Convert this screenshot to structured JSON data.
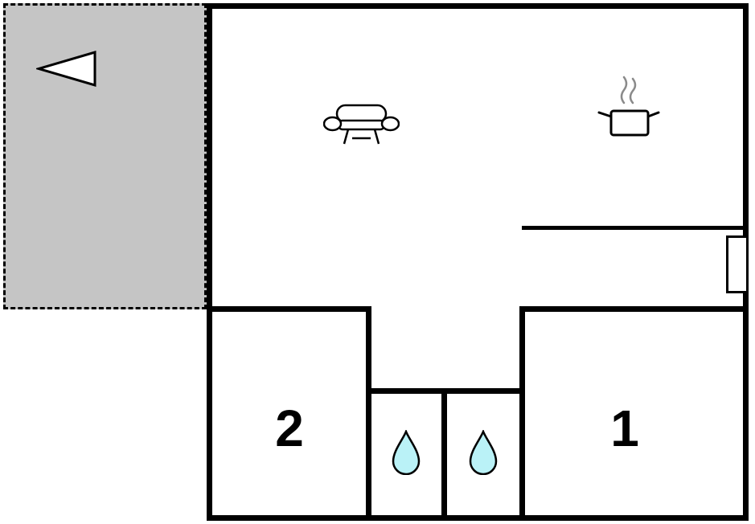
{
  "title": "apartment-floor-plan",
  "rooms": {
    "room1": {
      "label": "1"
    },
    "room2": {
      "label": "2"
    }
  },
  "areas": {
    "terrace": "gray dashed outdoor area with direction arrow",
    "living_kitchen": "open area with sofa and cooking pot",
    "bathrooms": "two cells each marked with a water drop"
  },
  "icons": {
    "direction_arrow": "left-pointing-triangle",
    "sofa": "sofa",
    "cooking_pot": "pot-with-steam",
    "bath_left": "water-drop",
    "bath_right": "water-drop",
    "window": "window-opening-on-right-wall"
  },
  "colors": {
    "wall": "#000000",
    "background": "#ffffff",
    "terrace_fill": "#c5c5c5",
    "drop_fill": "#baf2f7",
    "steam": "#8a8a8a"
  }
}
